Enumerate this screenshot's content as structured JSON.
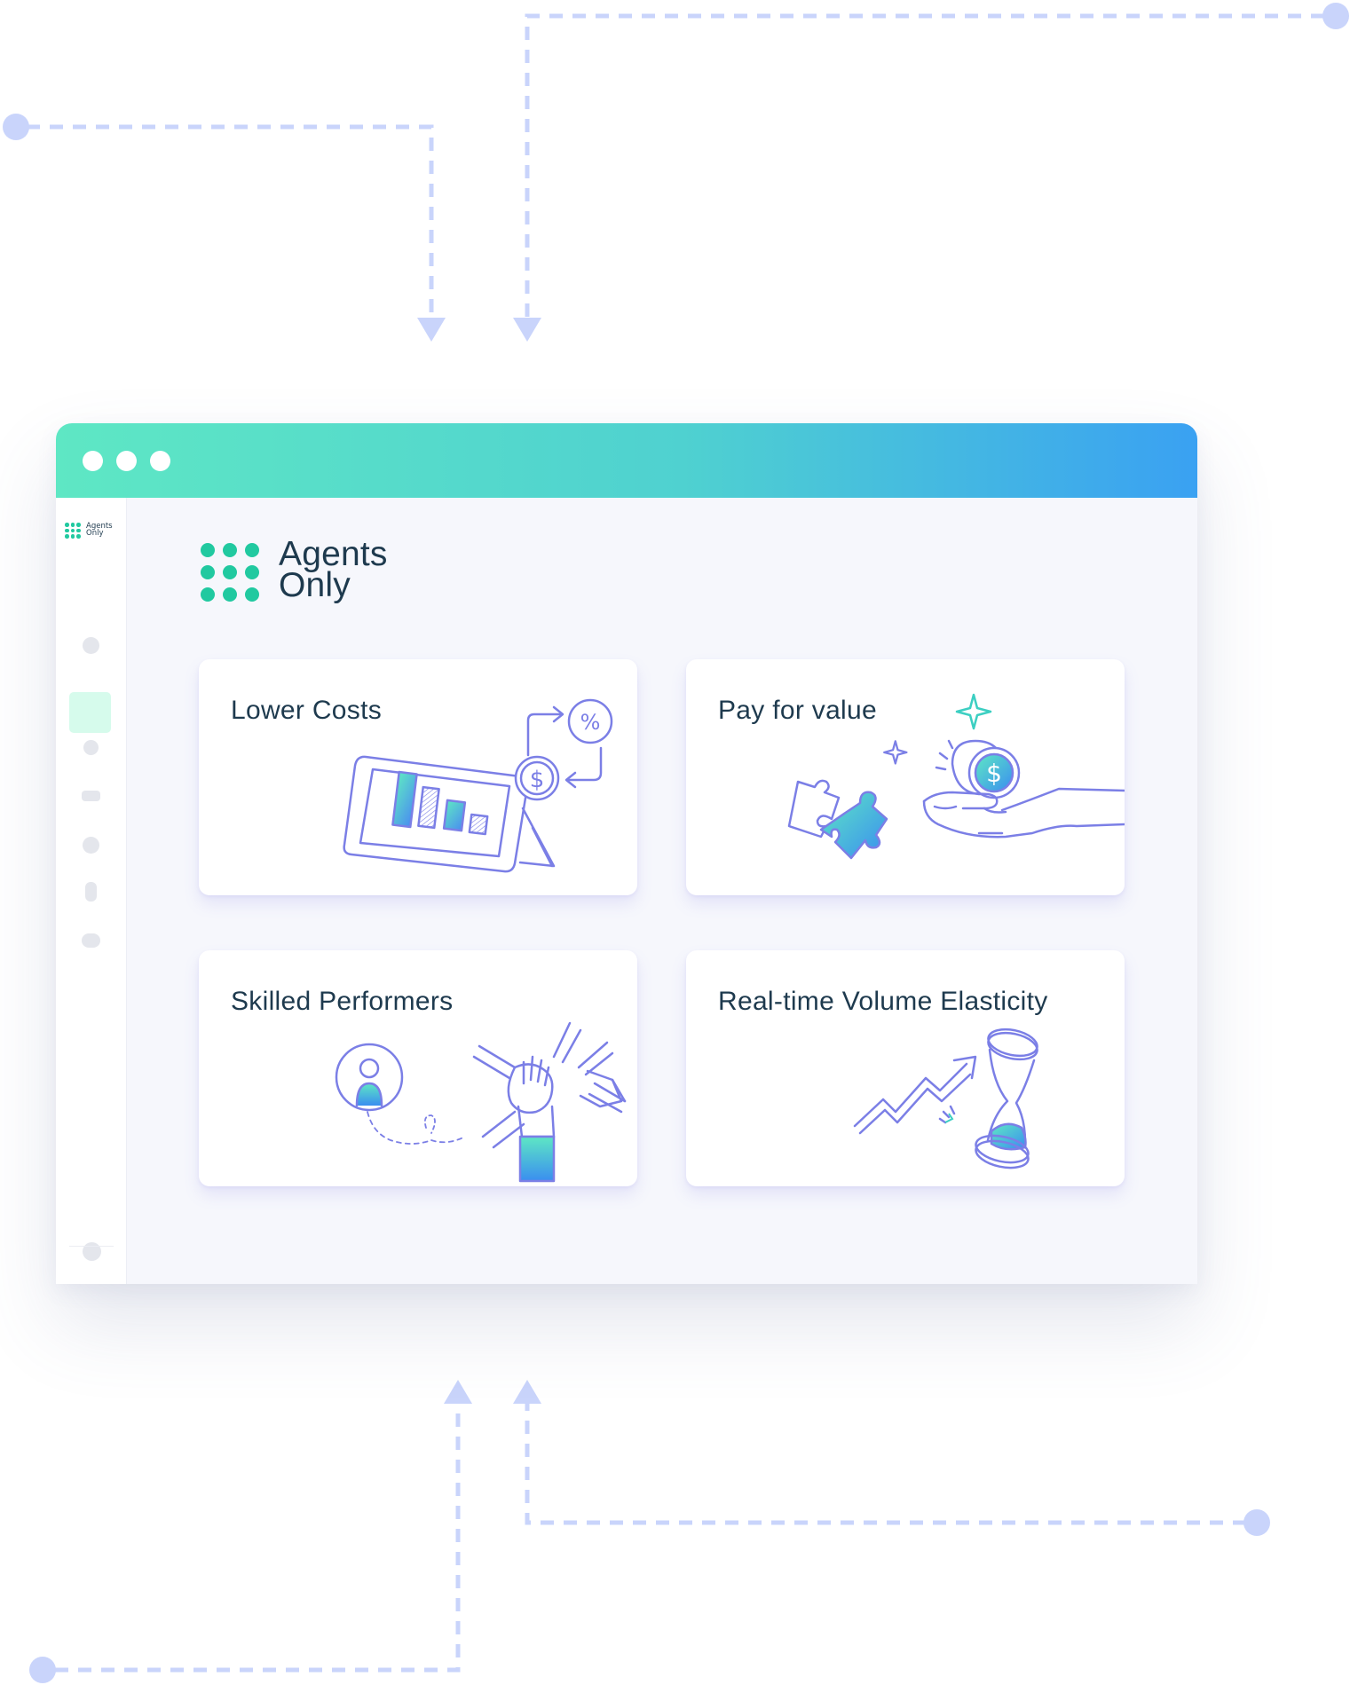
{
  "window": {
    "brand": {
      "name_line1": "Agents",
      "name_line2": "Only"
    },
    "mini_brand": "Agents\nOnly",
    "titlebar_gradient": [
      "#5ee7c4",
      "#3aa1f2"
    ]
  },
  "cards": [
    {
      "title": "Lower Costs",
      "icon": "tablet-chart-savings-icon"
    },
    {
      "title": "Pay for value",
      "icon": "coin-in-hand-puzzle-icon"
    },
    {
      "title": "Skilled Performers",
      "icon": "teamwork-hands-icon"
    },
    {
      "title": "Real-time Volume Elasticity",
      "icon": "hourglass-growth-arrow-icon"
    }
  ],
  "colors": {
    "accent_green": "#21c9a0",
    "connector": "#c9d4fb",
    "text_dark": "#1e3a4e",
    "illustration_stroke": "#7b7fe6"
  }
}
